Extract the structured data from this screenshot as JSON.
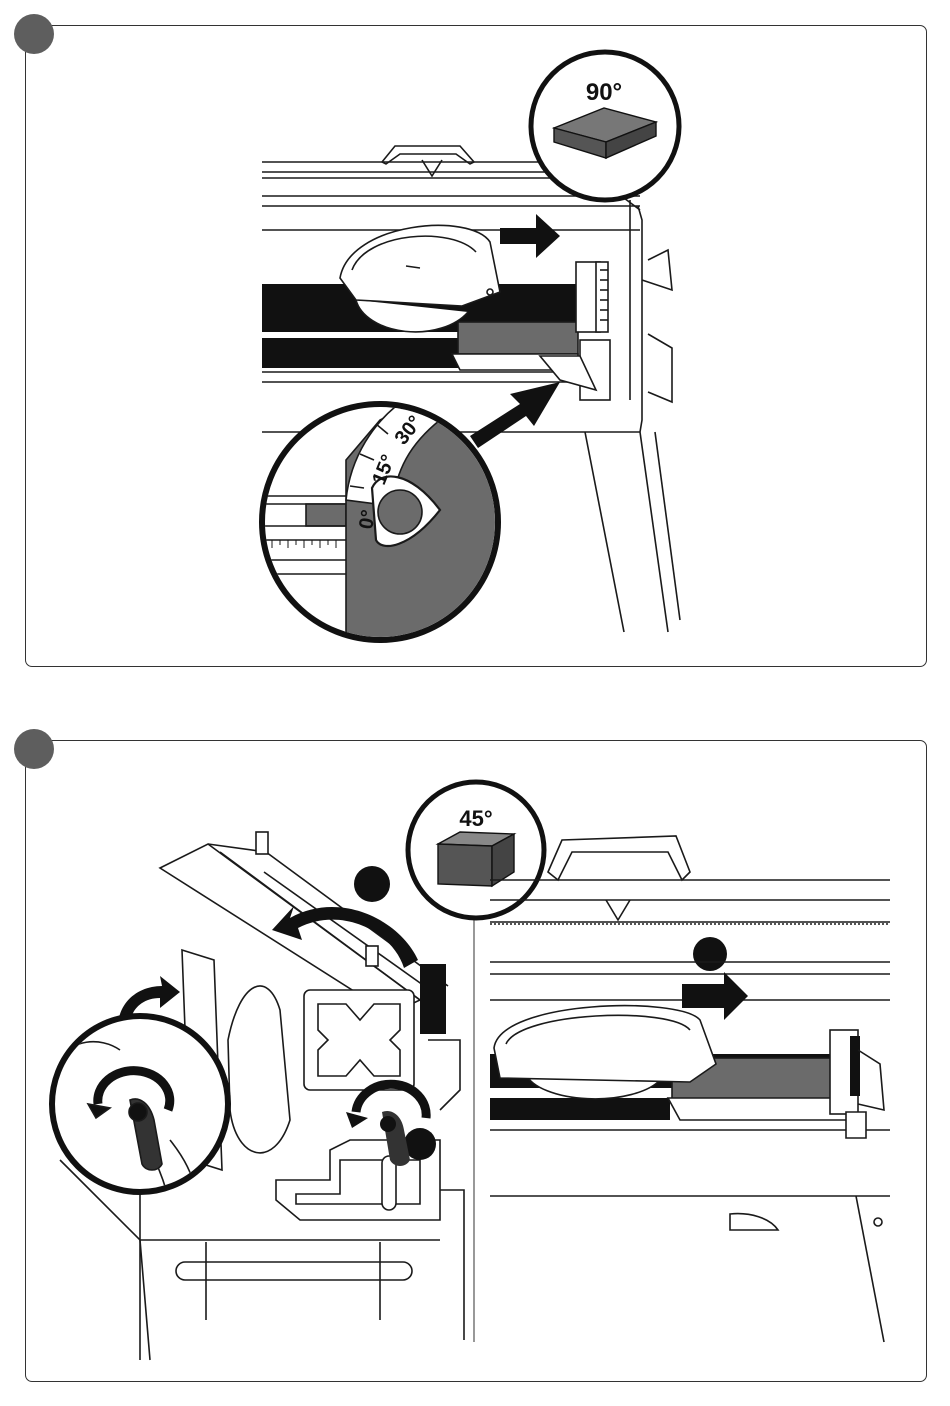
{
  "panel1": {
    "badge_angle": "90°",
    "scale": {
      "mark_0": "0°",
      "mark_15": "15°",
      "mark_30": "30°"
    }
  },
  "panel2": {
    "badge_angle": "45°"
  },
  "colors": {
    "ink": "#1a1a1a",
    "gray_fill": "#6b6b6b",
    "dark_fill": "#111111",
    "dot": "#5e5e5e"
  }
}
